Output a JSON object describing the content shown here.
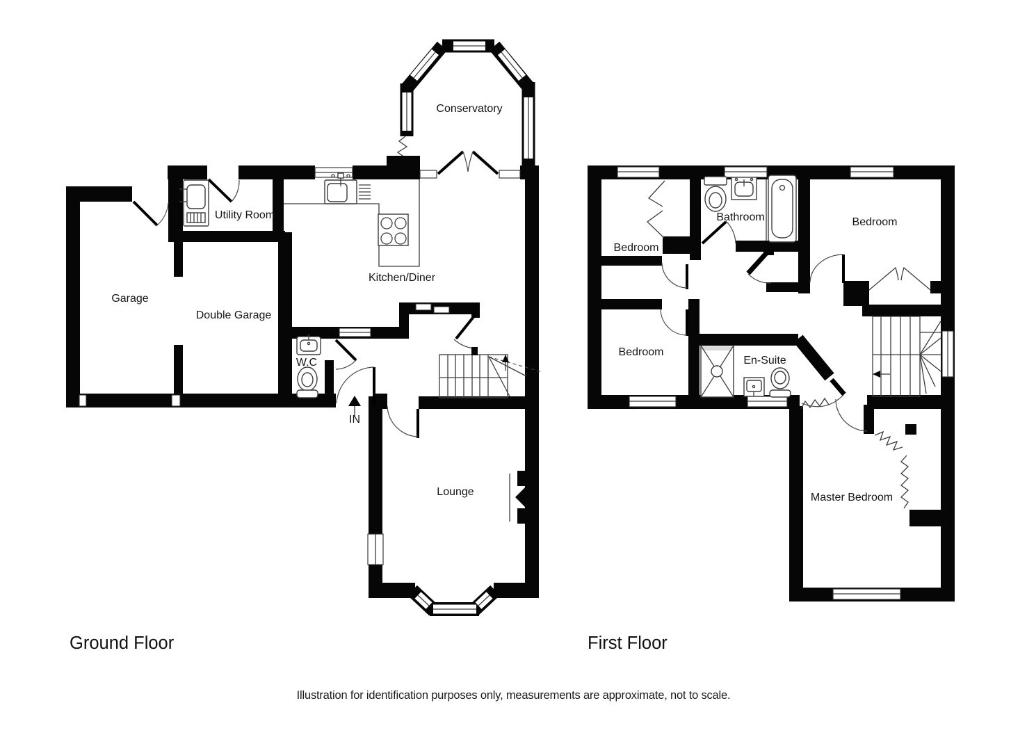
{
  "document_type": "floorplan",
  "ground_floor": {
    "title": "Ground Floor",
    "rooms": {
      "conservatory": "Conservatory",
      "utility_room": "Utility Room",
      "kitchen_diner": "Kitchen/Diner",
      "garage": "Garage",
      "double_garage": "Double Garage",
      "wc": "W.C",
      "lounge": "Lounge"
    },
    "entrance_label": "IN"
  },
  "first_floor": {
    "title": "First Floor",
    "rooms": {
      "bedroom_top_left": "Bedroom",
      "bathroom": "Bathroom",
      "bedroom_top_right": "Bedroom",
      "bedroom_bottom_left": "Bedroom",
      "en_suite": "En-Suite",
      "master_bedroom": "Master Bedroom"
    }
  },
  "footer": {
    "disclaimer": "Illustration for identification purposes only, measurements are approximate, not to scale."
  },
  "colors": {
    "wall": "#060606",
    "background": "#ffffff",
    "detail_line": "#3c3c3c",
    "text": "#151515"
  }
}
